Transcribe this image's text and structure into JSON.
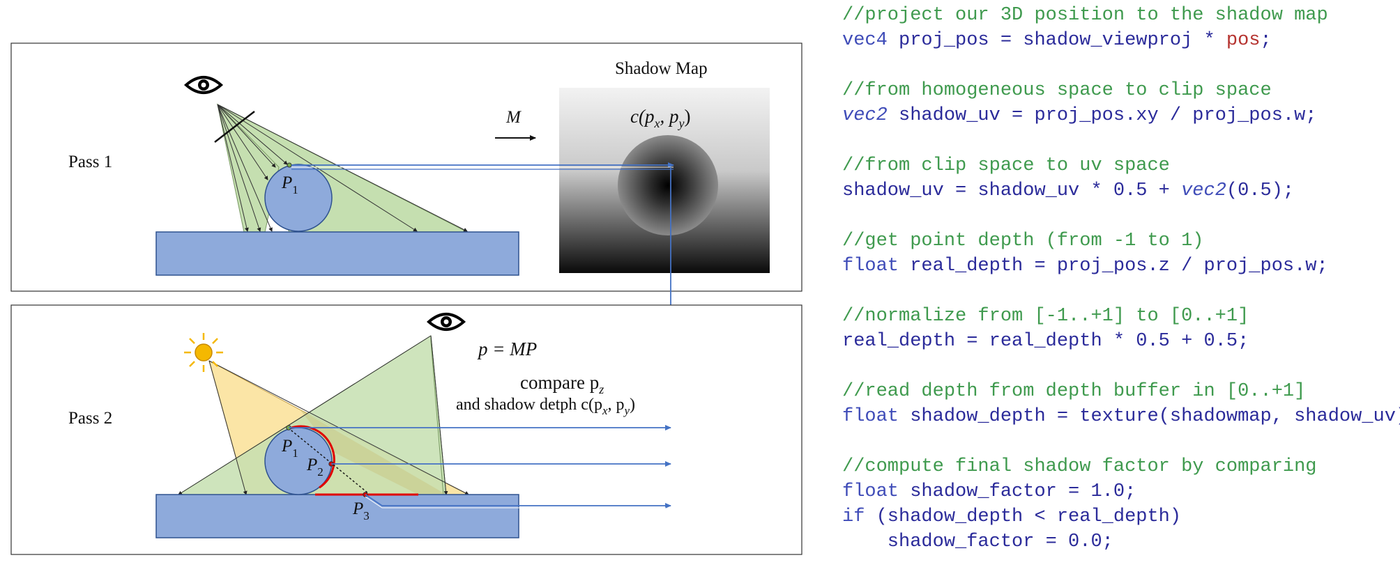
{
  "diagram": {
    "pass1": {
      "label": "Pass 1",
      "shadow_map_title": "Shadow Map",
      "matrix_label": "M",
      "sample_label": "c(p",
      "sample_x": "x",
      "sample_y": "y",
      "point_label": "P",
      "point_sub": "1"
    },
    "pass2": {
      "label": "Pass 2",
      "equation": "p = MP",
      "compare_line1": "compare p",
      "compare_sub": "z",
      "compare_line2": "and shadow detph c(p",
      "compare_x": "x",
      "compare_y": "y",
      "points": [
        {
          "label": "P",
          "sub": "1"
        },
        {
          "label": "P",
          "sub": "2"
        },
        {
          "label": "P",
          "sub": "3"
        }
      ]
    },
    "colors": {
      "box_fill": "#8eaadb",
      "box_stroke": "#2f528f",
      "light_green": "#c5dfb0",
      "light_yellow": "#fbe5a6",
      "arrow_blue": "#4472c4",
      "shadow_red": "#e00000",
      "sun": "#f5b800"
    },
    "icons": [
      "eye-icon",
      "sun-icon"
    ]
  },
  "code": [
    [
      {
        "c": "cm",
        "t": "//project our 3D position to the shadow map"
      }
    ],
    [
      {
        "c": "ty",
        "t": "vec4 "
      },
      {
        "c": "plain",
        "t": "proj_pos = shadow_viewproj * "
      },
      {
        "c": "red",
        "t": "pos"
      },
      {
        "c": "plain",
        "t": ";"
      }
    ],
    [],
    [
      {
        "c": "cm",
        "t": "//from homogeneous space to clip space"
      }
    ],
    [
      {
        "c": "tyi",
        "t": "vec2"
      },
      {
        "c": "plain",
        "t": " shadow_uv = proj_pos.xy / proj_pos.w;"
      }
    ],
    [],
    [
      {
        "c": "cm",
        "t": "//from clip space to uv space"
      }
    ],
    [
      {
        "c": "plain",
        "t": "shadow_uv = shadow_uv * 0.5 + "
      },
      {
        "c": "tyi",
        "t": "vec2"
      },
      {
        "c": "plain",
        "t": "(0.5);"
      }
    ],
    [],
    [
      {
        "c": "cm",
        "t": "//get point depth (from -1 to 1)"
      }
    ],
    [
      {
        "c": "ty",
        "t": "float"
      },
      {
        "c": "plain",
        "t": " real_depth = proj_pos.z / proj_pos.w;"
      }
    ],
    [],
    [
      {
        "c": "cm",
        "t": "//normalize from [-1..+1] to [0..+1]"
      }
    ],
    [
      {
        "c": "plain",
        "t": "real_depth = real_depth * 0.5 + 0.5;"
      }
    ],
    [],
    [
      {
        "c": "cm",
        "t": "//read depth from depth buffer in [0..+1]"
      }
    ],
    [
      {
        "c": "ty",
        "t": "float"
      },
      {
        "c": "plain",
        "t": " shadow_depth = texture(shadowmap, shadow_uv).x;"
      }
    ],
    [],
    [
      {
        "c": "cm",
        "t": "//compute final shadow factor by comparing"
      }
    ],
    [
      {
        "c": "ty",
        "t": "float"
      },
      {
        "c": "plain",
        "t": " shadow_factor = 1.0;"
      }
    ],
    [
      {
        "c": "kw",
        "t": "if"
      },
      {
        "c": "plain",
        "t": " (shadow_depth < real_depth)"
      }
    ],
    [
      {
        "c": "plain",
        "t": "    shadow_factor = 0.0;"
      }
    ]
  ]
}
